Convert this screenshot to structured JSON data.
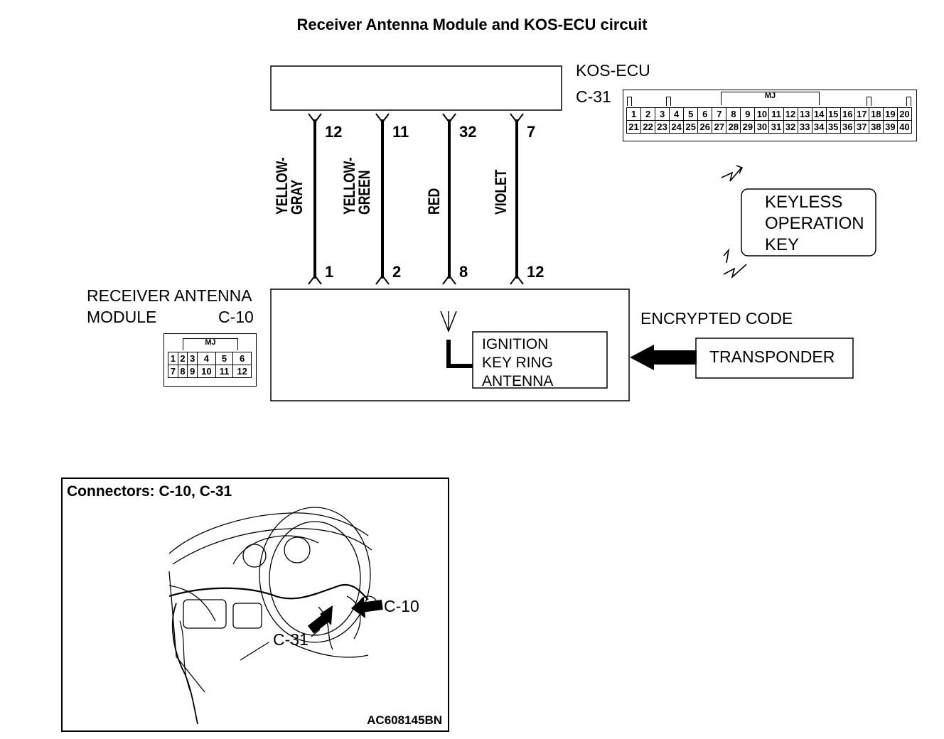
{
  "title": "Receiver Antenna  Module and KOS-ECU circuit",
  "kos_ecu": {
    "label": "KOS-ECU",
    "connector": "C-31",
    "connector_badge": "MJ",
    "pins_row1": [
      "1",
      "2",
      "3",
      "4",
      "5",
      "6",
      "7",
      "8",
      "9",
      "10",
      "11",
      "12",
      "13",
      "14",
      "15",
      "16",
      "17",
      "18",
      "19",
      "20"
    ],
    "pins_row2": [
      "21",
      "22",
      "23",
      "24",
      "25",
      "26",
      "27",
      "28",
      "29",
      "30",
      "31",
      "32",
      "33",
      "34",
      "35",
      "36",
      "37",
      "38",
      "39",
      "40"
    ]
  },
  "wires": [
    {
      "color_label": "YELLOW-\nGRAY",
      "ecu_pin": "12",
      "module_pin": "1"
    },
    {
      "color_label": "YELLOW-\nGREEN",
      "ecu_pin": "11",
      "module_pin": "2"
    },
    {
      "color_label": "RED",
      "ecu_pin": "32",
      "module_pin": "8"
    },
    {
      "color_label": "VIOLET",
      "ecu_pin": "7",
      "module_pin": "12"
    }
  ],
  "receiver_module": {
    "label_line1": "RECEIVER ANTENNA",
    "label_line2": "MODULE",
    "connector": "C-10",
    "connector_badge": "MJ",
    "pins_row1": [
      "1",
      "2",
      "3",
      "4",
      "5",
      "6"
    ],
    "pins_row2": [
      "7",
      "8",
      "9",
      "10",
      "11",
      "12"
    ]
  },
  "ignition_antenna": {
    "line1": "IGNITION",
    "line2": "KEY RING",
    "line3": "ANTENNA"
  },
  "keyless_key": {
    "line1": "KEYLESS",
    "line2": "OPERATION",
    "line3": "KEY"
  },
  "encrypted_code_label": "ENCRYPTED CODE",
  "transponder_label": "TRANSPONDER",
  "figure": {
    "caption": "Connectors: C-10, C-31",
    "callout_c10": "C-10",
    "callout_c31": "C-31",
    "code": "AC608145BN"
  }
}
